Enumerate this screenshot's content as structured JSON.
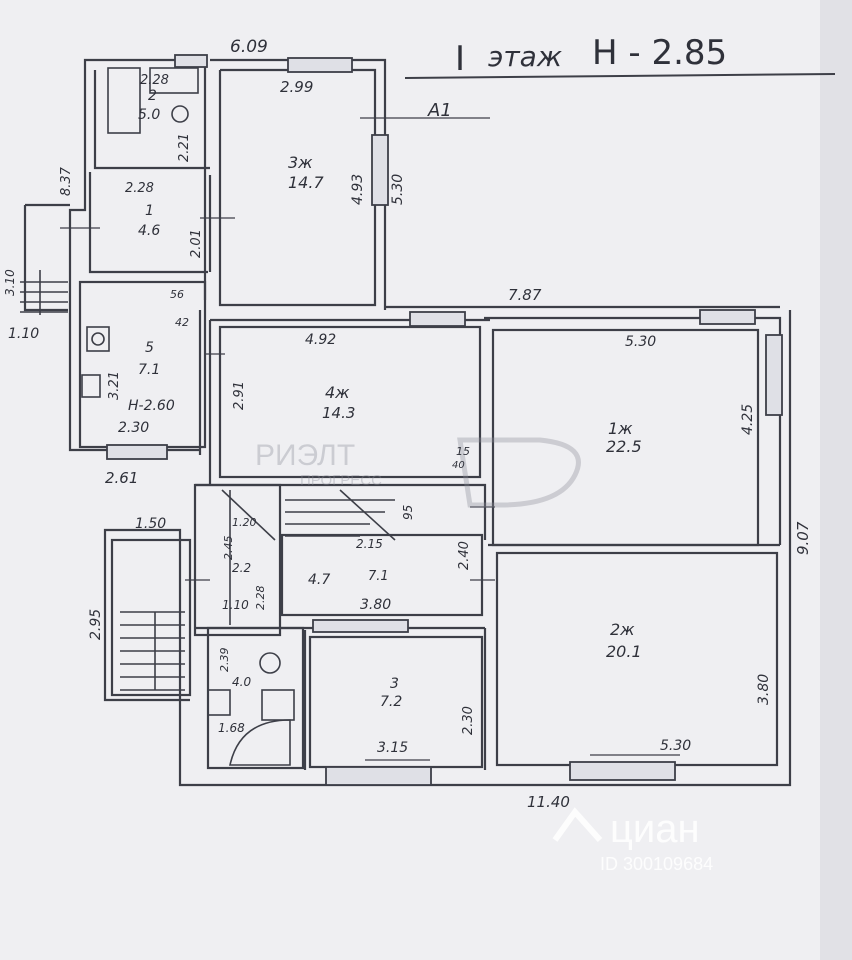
{
  "header": {
    "roman": "I",
    "floor_word": "этаж",
    "height": "Н - 2.85"
  },
  "labels": {
    "a1": "А1",
    "top_width": "6.09",
    "top_len": "2.99",
    "lbl_228a": "2.28",
    "lbl_228b": "2.28",
    "lbl_221": "2.21",
    "r2_num": "2",
    "r2_area": "5.0",
    "r3_num": "3ж",
    "r3_area": "14.7",
    "lbl_493": "4.93",
    "lbl_530a": "5.30",
    "r1_num": "1",
    "r1_area": "4.6",
    "lbl_201": "2.01",
    "lbl_837": "8.37",
    "lbl_110a": "1.10",
    "lbl_310": "3.10",
    "lbl_787": "7.87",
    "lbl_56": "56",
    "lbl_42": "42",
    "r5_num": "5",
    "r5_area": "7.1",
    "lbl_321": "3.21",
    "h260": "Н-2.60",
    "lbl_230": "2.30",
    "lbl_261": "2.61",
    "lbl_492": "4.92",
    "lbl_291": "2.91",
    "r4_num": "4ж",
    "r4_area": "14.3",
    "lbl_15": "15",
    "lbl_40": "40",
    "lbl_530b": "5.30",
    "r1zh_num": "1ж",
    "r1zh_area": "22.5",
    "lbl_425": "4.25",
    "lbl_907": "9.07",
    "lbl_150": "1.50",
    "lbl_295": "2.95",
    "lbl_120": "1.20",
    "lbl_245": "2.45",
    "lbl_22": "2.2",
    "lbl_228c": "2.28",
    "lbl_215": "2.15",
    "lbl_47": "4.7",
    "lbl_71": "7.1",
    "lbl_95": "95",
    "lbl_240": "2.40",
    "lbl_380": "3.80",
    "lbl_110b": "1.10",
    "lbl_239": "2.39",
    "lbl_40b": "4.0",
    "lbl_168": "1.68",
    "rs_num": "3",
    "rs_area": "7.2",
    "lbl_315": "3.15",
    "lbl_230b": "2.30",
    "r2zh_num": "2ж",
    "r2zh_area": "20.1",
    "lbl_380b": "3.80",
    "lbl_530c": "5.30",
    "lbl_1140": "11.40"
  },
  "watermarks": {
    "rielt_line1": "РИЭЛТ",
    "rielt_line2": "ПРОГРЕСС",
    "cian_name": "циан",
    "cian_id": "ID 300109684"
  }
}
